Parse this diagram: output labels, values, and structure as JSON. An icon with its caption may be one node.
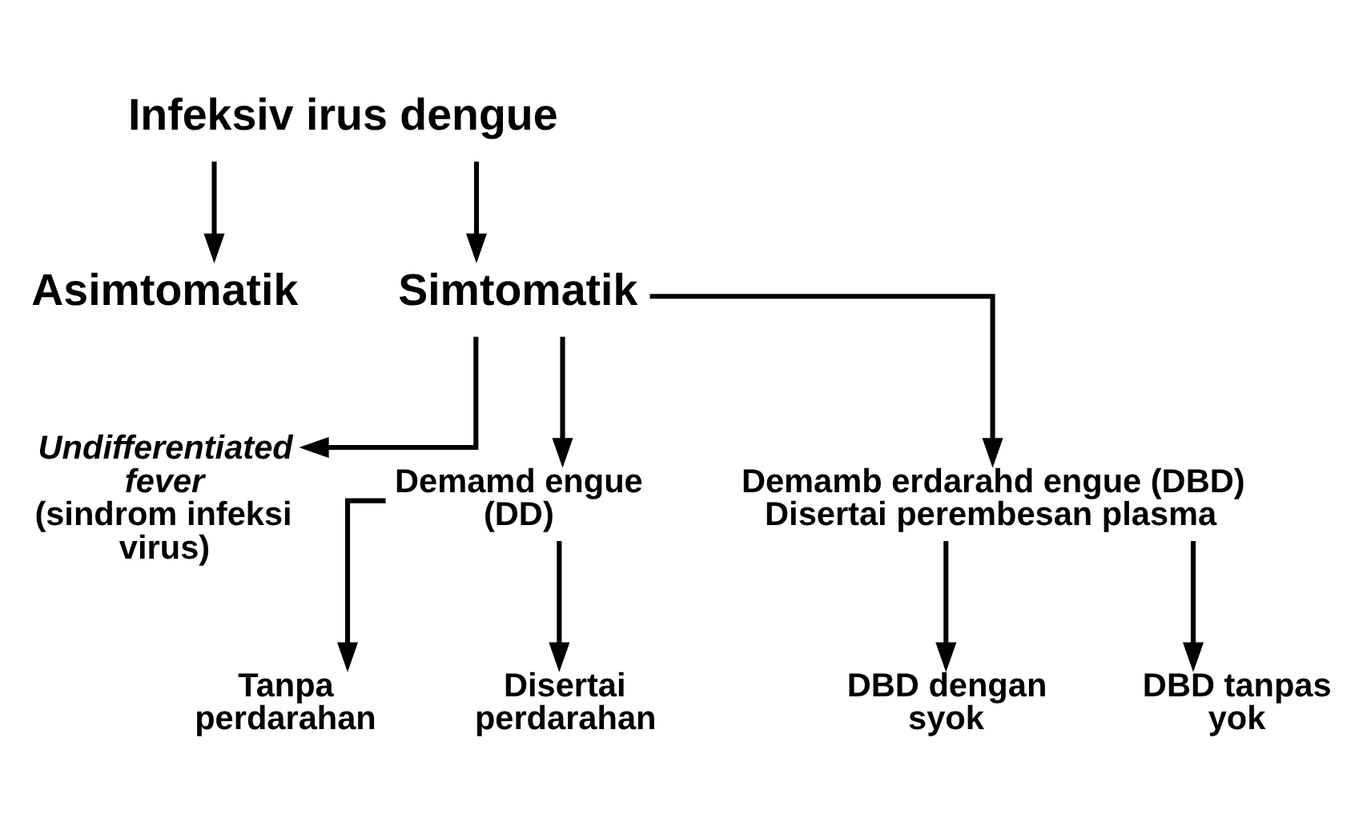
{
  "diagram": {
    "nodes": [
      {
        "text": [
          "Infeksiv irus dengue"
        ]
      },
      {
        "text": [
          "Asimtomatik"
        ]
      },
      {
        "text": [
          "Simtomatik"
        ]
      },
      {
        "text": [
          "Undifferentiated fever",
          "(sindrom infeksi virus)"
        ]
      },
      {
        "text": [
          "Demamd engue (DD)"
        ]
      },
      {
        "text": [
          "Demamb erdarahd engue (DBD)",
          "Disertai perembesan plasma"
        ]
      },
      {
        "text": [
          "Tanpa perdarahan"
        ]
      },
      {
        "text": [
          "Disertai perdarahan"
        ]
      },
      {
        "text": [
          "DBD dengan syok"
        ]
      },
      {
        "text": [
          "DBD tanpas yok"
        ]
      }
    ],
    "edges": [
      {
        "from": 0,
        "to": 1,
        "arrow": "to"
      },
      {
        "from": 0,
        "to": 2,
        "arrow": "to"
      },
      {
        "from": 2,
        "to": 3,
        "arrow": "to"
      },
      {
        "from": 2,
        "to": 4,
        "arrow": "to"
      },
      {
        "from": 2,
        "to": 5,
        "arrow": "to"
      },
      {
        "from": 4,
        "to": 6,
        "arrow": "to"
      },
      {
        "from": 4,
        "to": 7,
        "arrow": "to"
      },
      {
        "from": 5,
        "to": 8,
        "arrow": "to"
      },
      {
        "from": 5,
        "to": 9,
        "arrow": "to"
      }
    ]
  }
}
